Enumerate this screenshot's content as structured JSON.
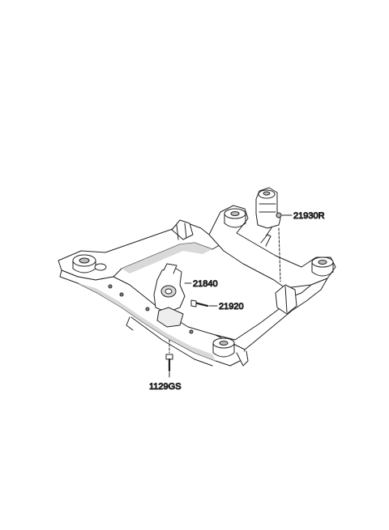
{
  "diagram": {
    "parts": [
      {
        "id": "mount-right",
        "part_number": "21930R"
      },
      {
        "id": "bracket",
        "part_number": "21840"
      },
      {
        "id": "bolt",
        "part_number": "21920"
      },
      {
        "id": "lower-bolt",
        "part_number": "1129GS"
      }
    ],
    "colors": {
      "line": "#222222",
      "fill": "#ffffff",
      "shade": "#d9d9d9"
    }
  }
}
